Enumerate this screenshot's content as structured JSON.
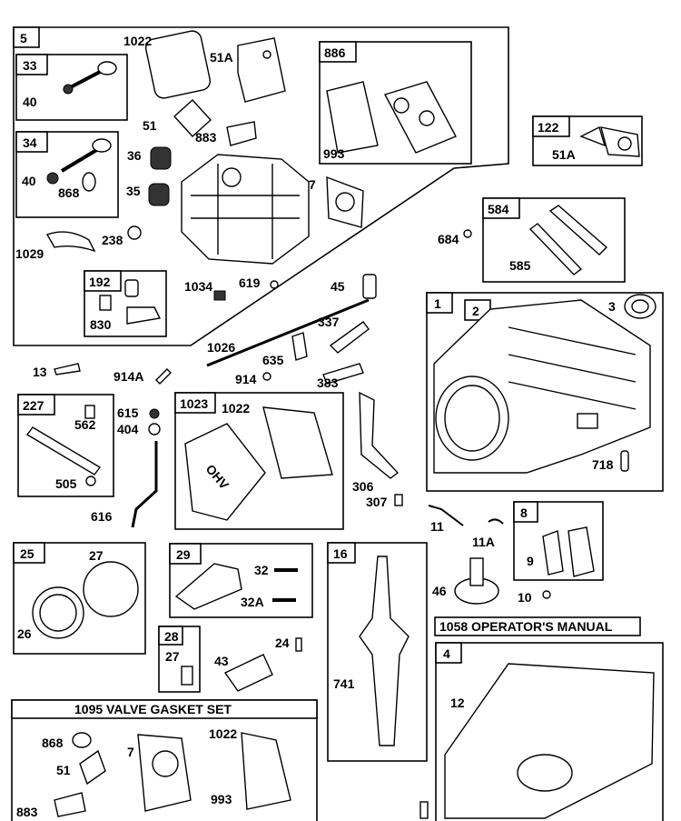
{
  "colors": {
    "ink": "#000000",
    "paper": "#ffffff"
  },
  "boxes": {
    "b5": "5",
    "b33": "33",
    "b34": "34",
    "b192": "192",
    "b886": "886",
    "b122": "122",
    "b584": "584",
    "b1": "1",
    "b2": "2",
    "b227": "227",
    "b1023": "1023",
    "b8": "8",
    "b25": "25",
    "b29": "29",
    "b16": "16",
    "b28": "28",
    "b4": "4"
  },
  "headers": {
    "valve_gasket_set": "1095 VALVE GASKET SET",
    "operators_manual": "1058 OPERATOR'S MANUAL"
  },
  "labels": {
    "p1022a": "1022",
    "p51a": "51A",
    "p40a": "40",
    "p51": "51",
    "p883": "883",
    "p993a": "993",
    "p36": "36",
    "p35": "35",
    "p7a": "7",
    "p40b": "40",
    "p868a": "868",
    "p1029": "1029",
    "p238": "238",
    "p830": "830",
    "p1034": "1034",
    "p619": "619",
    "p122sub": "51A",
    "p684": "684",
    "p585": "585",
    "p3": "3",
    "p45": "45",
    "p337": "337",
    "p1026": "1026",
    "p635": "635",
    "p13": "13",
    "p914a": "914A",
    "p914": "914",
    "p383": "383",
    "p562": "562",
    "p615": "615",
    "p404": "404",
    "p505": "505",
    "p616": "616",
    "p1022b": "1022",
    "p306": "306",
    "p307": "307",
    "p718": "718",
    "p11": "11",
    "p11a": "11A",
    "p9": "9",
    "p10": "10",
    "p27a": "27",
    "p26": "26",
    "p32": "32",
    "p32a": "32A",
    "p46": "46",
    "p24": "24",
    "p27b": "27",
    "p43": "43",
    "p741": "741",
    "p12": "12",
    "p868b": "868",
    "p7b": "7",
    "p1022c": "1022",
    "p51b": "51",
    "p993b": "993",
    "p883b": "883"
  },
  "valve_cover_text": "OHV"
}
